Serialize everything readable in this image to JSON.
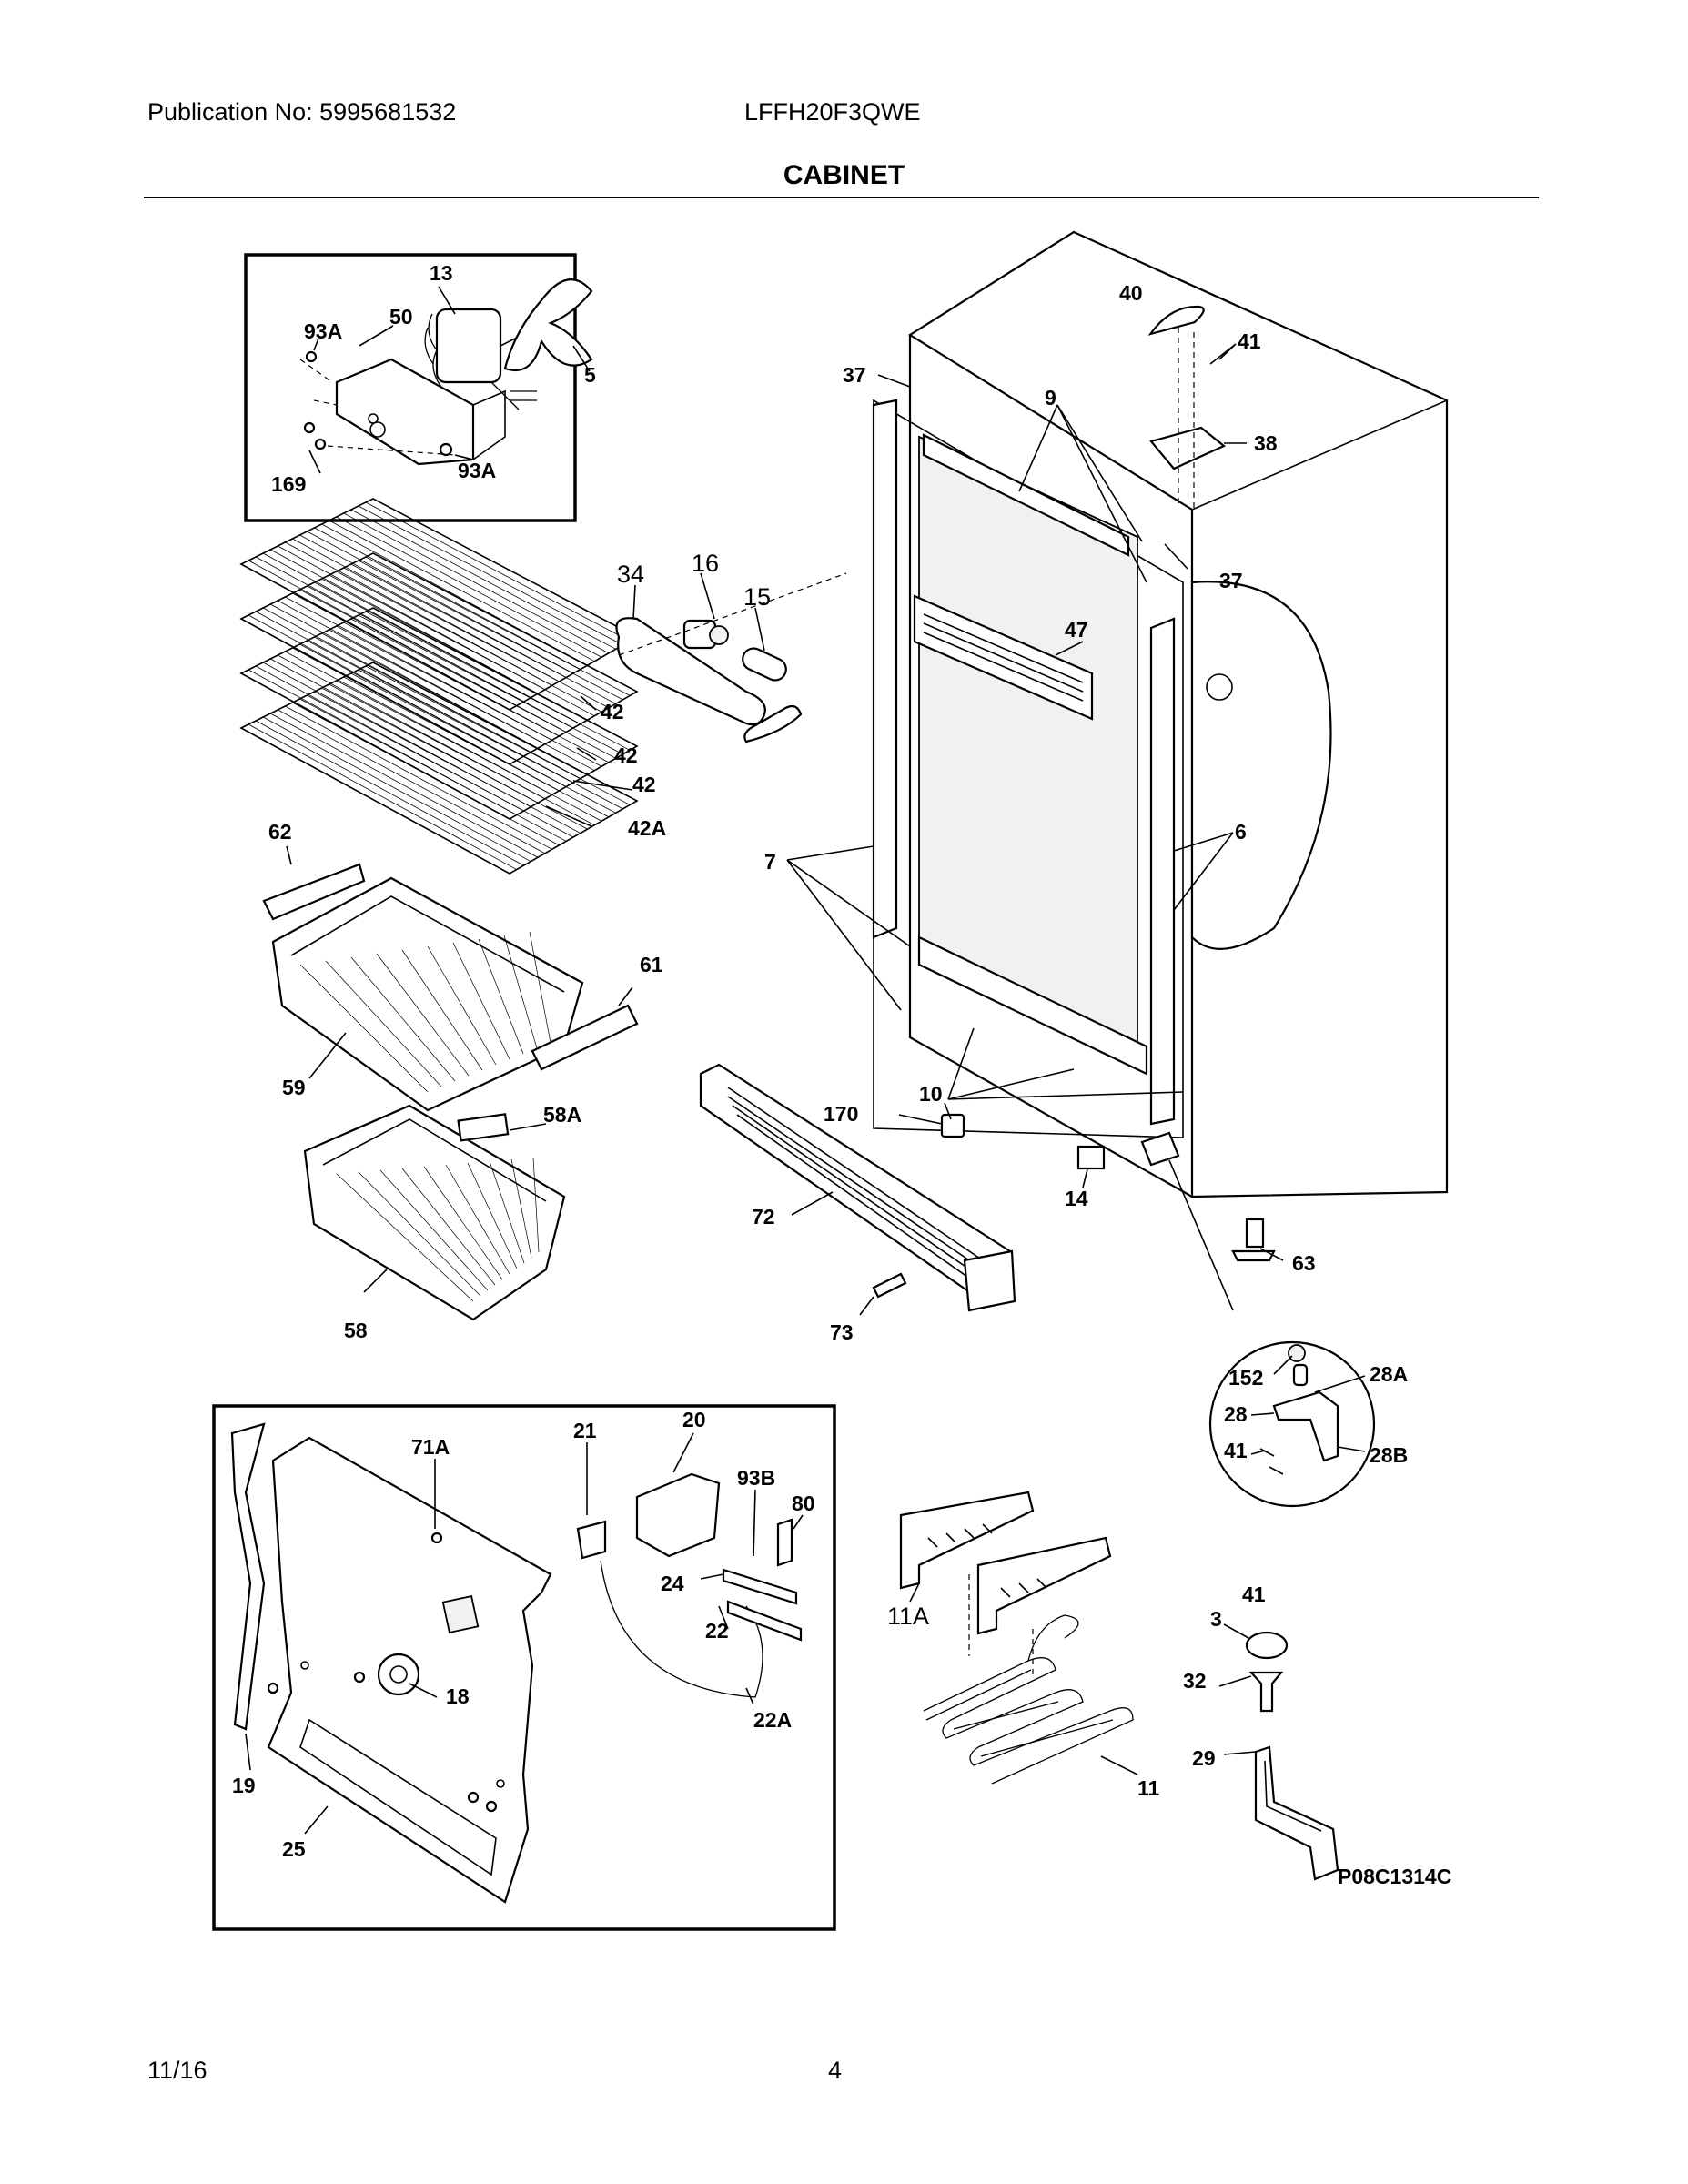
{
  "header": {
    "publication": "Publication No: 5995681532",
    "model": "LFFH20F3QWE",
    "section_title": "CABINET"
  },
  "footer": {
    "date": "11/16",
    "page": "4"
  },
  "diagram_code": "P08C1314C",
  "callouts": {
    "c13": "13",
    "c93A_a": "93A",
    "c50": "50",
    "c5": "5",
    "c169": "169",
    "c93A_b": "93A",
    "c34": "34",
    "c16": "16",
    "c15": "15",
    "c42_a": "42",
    "c42_b": "42",
    "c42_c": "42",
    "c42A": "42A",
    "c40": "40",
    "c41_top": "41",
    "c37_a": "37",
    "c9": "9",
    "c38": "38",
    "c37_b": "37",
    "c47": "47",
    "c6": "6",
    "c7": "7",
    "c62": "62",
    "c61": "61",
    "c59": "59",
    "c58A": "58A",
    "c58": "58",
    "c170": "170",
    "c10": "10",
    "c72": "72",
    "c73": "73",
    "c14": "14",
    "c63": "63",
    "c152": "152",
    "c28A": "28A",
    "c28": "28",
    "c41_hinge": "41",
    "c28B": "28B",
    "c71A": "71A",
    "c21": "21",
    "c20": "20",
    "c93B": "93B",
    "c80": "80",
    "c24": "24",
    "c22": "22",
    "c22A": "22A",
    "c18": "18",
    "c19": "19",
    "c25": "25",
    "c11A": "11A",
    "c11": "11",
    "c41_drain": "41",
    "c3": "3",
    "c32": "32",
    "c29": "29"
  }
}
